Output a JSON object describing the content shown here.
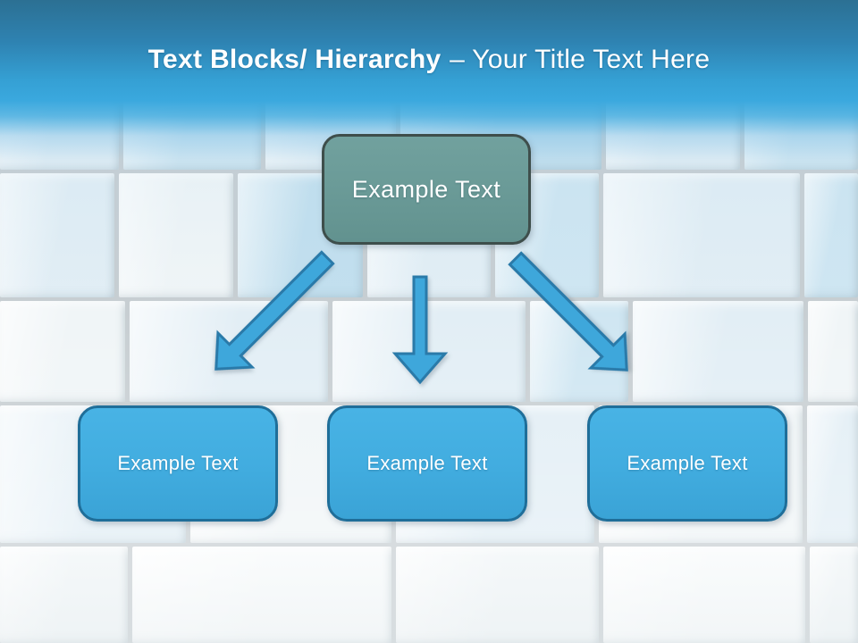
{
  "title": {
    "bold": "Text Blocks/ Hierarchy",
    "regular": "– Your Title Text Here"
  },
  "hierarchy": {
    "root": {
      "label": "Example Text"
    },
    "children": [
      {
        "label": "Example Text"
      },
      {
        "label": "Example Text"
      },
      {
        "label": "Example Text"
      }
    ]
  },
  "icons": {
    "connectors": [
      "arrow-down-left-icon",
      "arrow-down-icon",
      "arrow-down-right-icon"
    ]
  },
  "colors": {
    "header-top": "#2c7093",
    "header-bright": "#3aa8de",
    "title-text": "#ffffff",
    "root-fill": "#6b9b98",
    "root-border": "#3e4e4b",
    "child-fill": "#42ade0",
    "child-border": "#1f6e99",
    "arrow-fill": "#3ea7db",
    "arrow-border": "#2a7aa9"
  }
}
